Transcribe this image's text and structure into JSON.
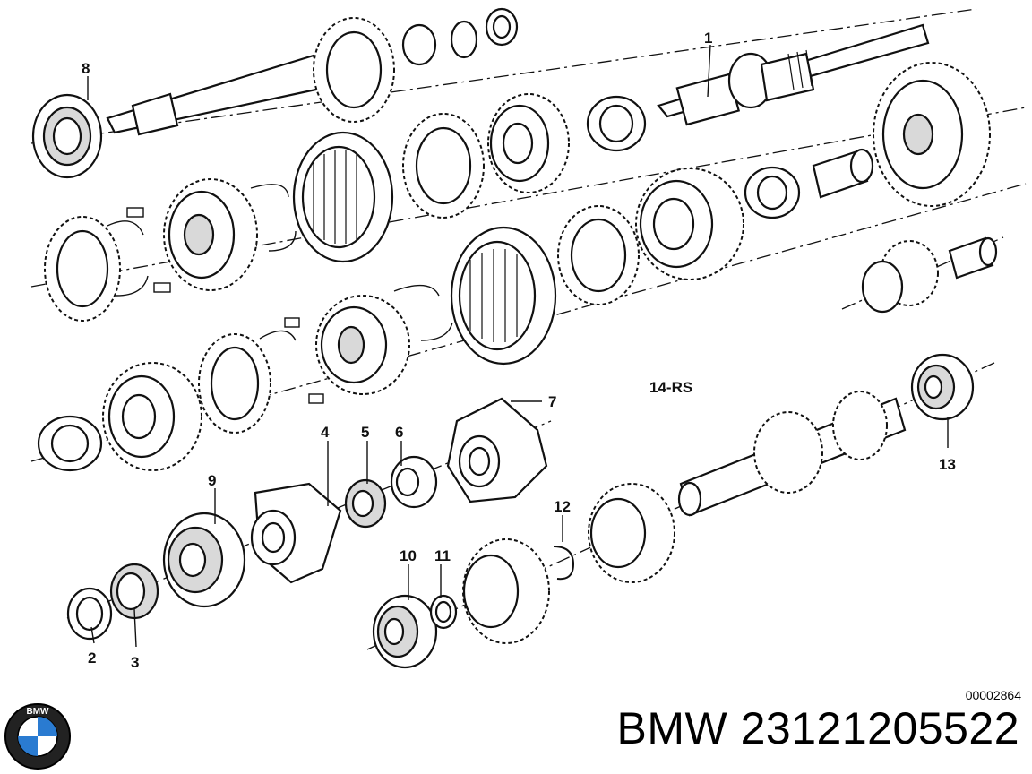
{
  "diagram": {
    "group_label": "14-RS",
    "callouts": [
      "1",
      "2",
      "3",
      "4",
      "5",
      "6",
      "7",
      "8",
      "9",
      "10",
      "11",
      "12",
      "13"
    ]
  },
  "footer": {
    "reference_code": "00002864",
    "caption": "BMW 23121205522",
    "logo_text": "BMW"
  },
  "colors": {
    "ink": "#111111",
    "background": "#ffffff",
    "logo_blue": "#2a7bd1"
  },
  "icons": {
    "logo": "bmw-roundel-icon"
  }
}
